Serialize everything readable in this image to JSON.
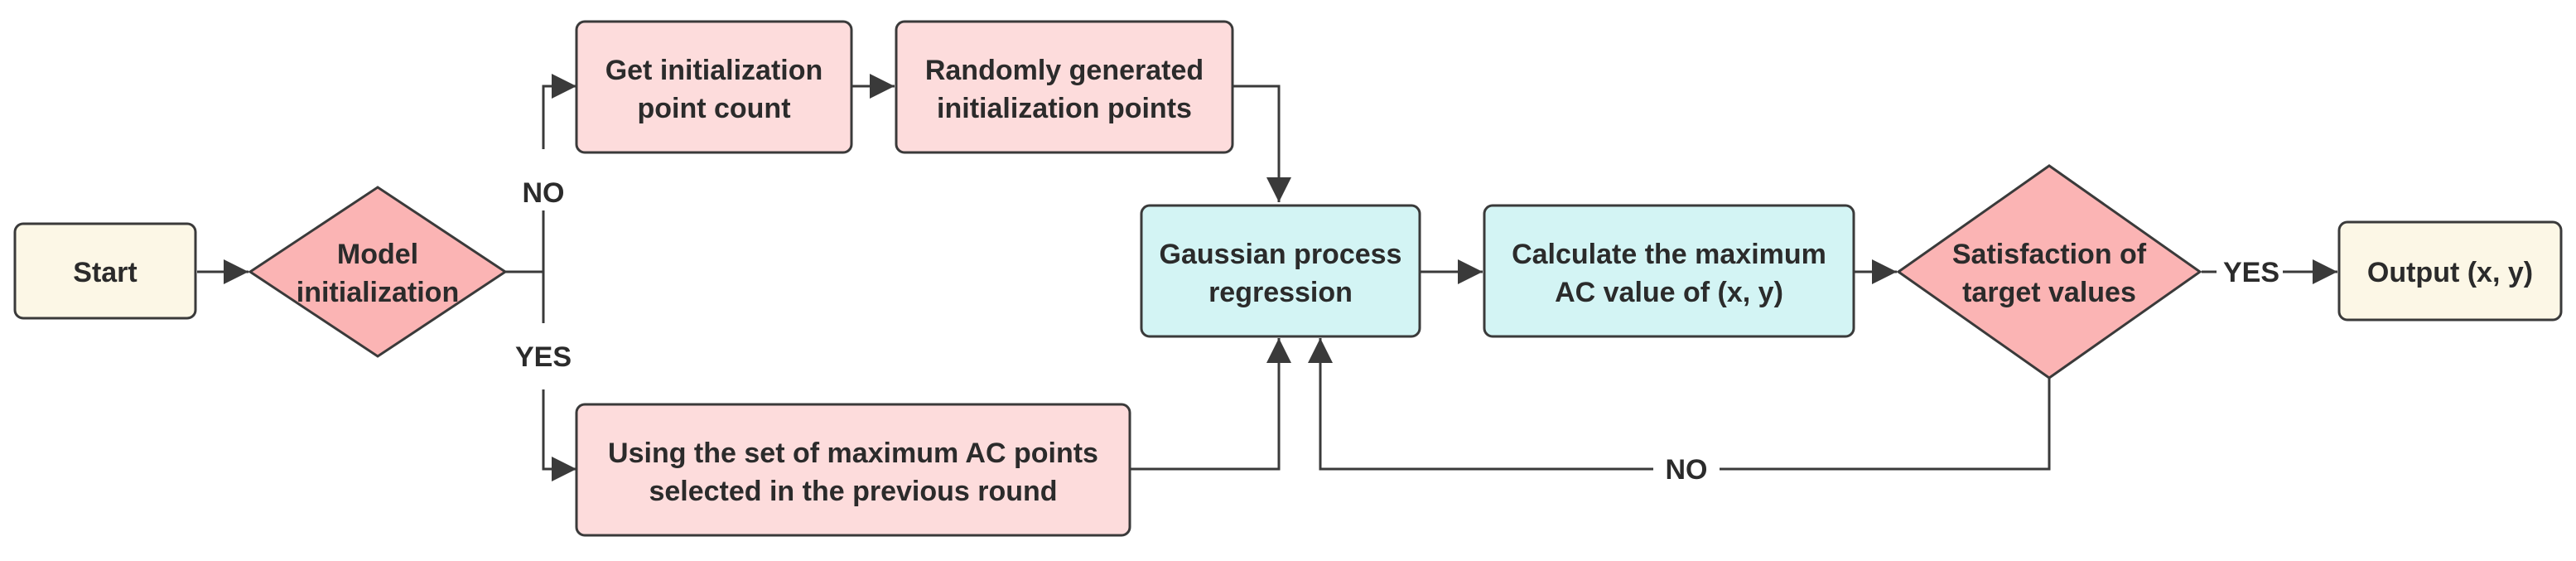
{
  "nodes": {
    "start": "Start",
    "model_init": [
      "Model",
      "initialization"
    ],
    "get_count": [
      "Get initialization",
      "point count"
    ],
    "random_points": [
      "Randomly generated",
      "initialization points"
    ],
    "using_set": [
      "Using the set of maximum AC points",
      "selected in the previous round"
    ],
    "gpr": [
      "Gaussian process",
      "regression"
    ],
    "calc_max": [
      "Calculate the maximum",
      "AC value of (x, y)"
    ],
    "satisfaction": [
      "Satisfaction of",
      "target values"
    ],
    "output": "Output (x, y)"
  },
  "edge_labels": {
    "no_top": "NO",
    "yes_bottom": "YES",
    "yes_right": "YES",
    "no_loop": "NO"
  },
  "colors": {
    "start_fill": "#fcf7e6",
    "process_fill": "#fddcdc",
    "gpr_fill": "#d3f4f4",
    "decision_fill": "#fbb4b4",
    "stroke": "#3a3a3a"
  }
}
